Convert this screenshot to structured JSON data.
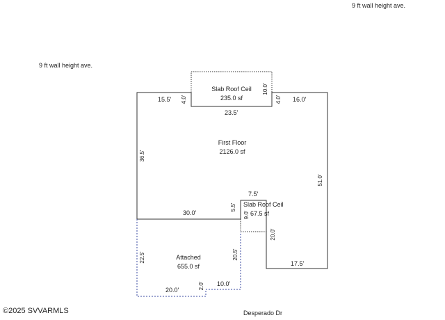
{
  "notes": {
    "top_right": "9 ft wall height ave.",
    "left": "9 ft wall height ave."
  },
  "rooms": {
    "slab_top": {
      "name": "Slab Roof Ceil",
      "area": "235.0 sf"
    },
    "first_floor": {
      "name": "First Floor",
      "area": "2126.0 sf"
    },
    "slab_small": {
      "name": "Slab Roof Ceil",
      "area": "67.5 sf"
    },
    "attached": {
      "name": "Attached",
      "area": "655.0 sf"
    }
  },
  "dimensions": {
    "d_15_5": "15.5'",
    "d_4_left": "4.0'",
    "d_10_0_top": "10.0'",
    "d_4_right": "4.0'",
    "d_16_0": "16.0'",
    "d_23_5": "23.5'",
    "d_36_5": "36.5'",
    "d_51_0": "51.0'",
    "d_7_5": "7.5'",
    "d_30_0": "30.0'",
    "d_5_5": "5.5'",
    "d_9_0": "9.0'",
    "d_20_0_vert": "20.0'",
    "d_22_5": "22.5'",
    "d_20_5": "20.5'",
    "d_17_5": "17.5'",
    "d_2_0": "2.0'",
    "d_10_0_bottom": "10.0'",
    "d_20_0_bottom": "20.0'"
  },
  "footer": {
    "copyright": "©2025 SVVARMLS",
    "street": "Desperado Dr"
  }
}
